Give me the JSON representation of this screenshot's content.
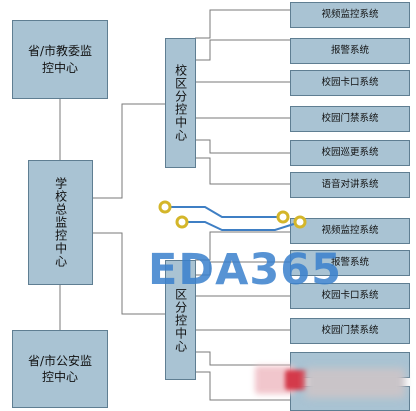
{
  "top_left_box": "省/市教委监控中心",
  "bottom_left_box": "省/市公安监控中心",
  "center_box": "学校总监控中心",
  "campus_top": "校区分控中心",
  "campus_bottom": "区分控中心",
  "systems_top": [
    "视频监控系统",
    "报警系统",
    "校园卡口系统",
    "校园门禁系统",
    "校园巡更系统",
    "语音对讲系统"
  ],
  "systems_bottom": [
    "视频监控系统",
    "报警系统",
    "校园卡口系统",
    "校园门禁系统"
  ],
  "watermark": "EDA365",
  "colors": {
    "box_fill": "#a9c3d3",
    "box_border": "#5f7e92",
    "line": "#7a7a7a",
    "logo_blue": "#3a80cd",
    "logo_circuit": "#d4b62a"
  }
}
